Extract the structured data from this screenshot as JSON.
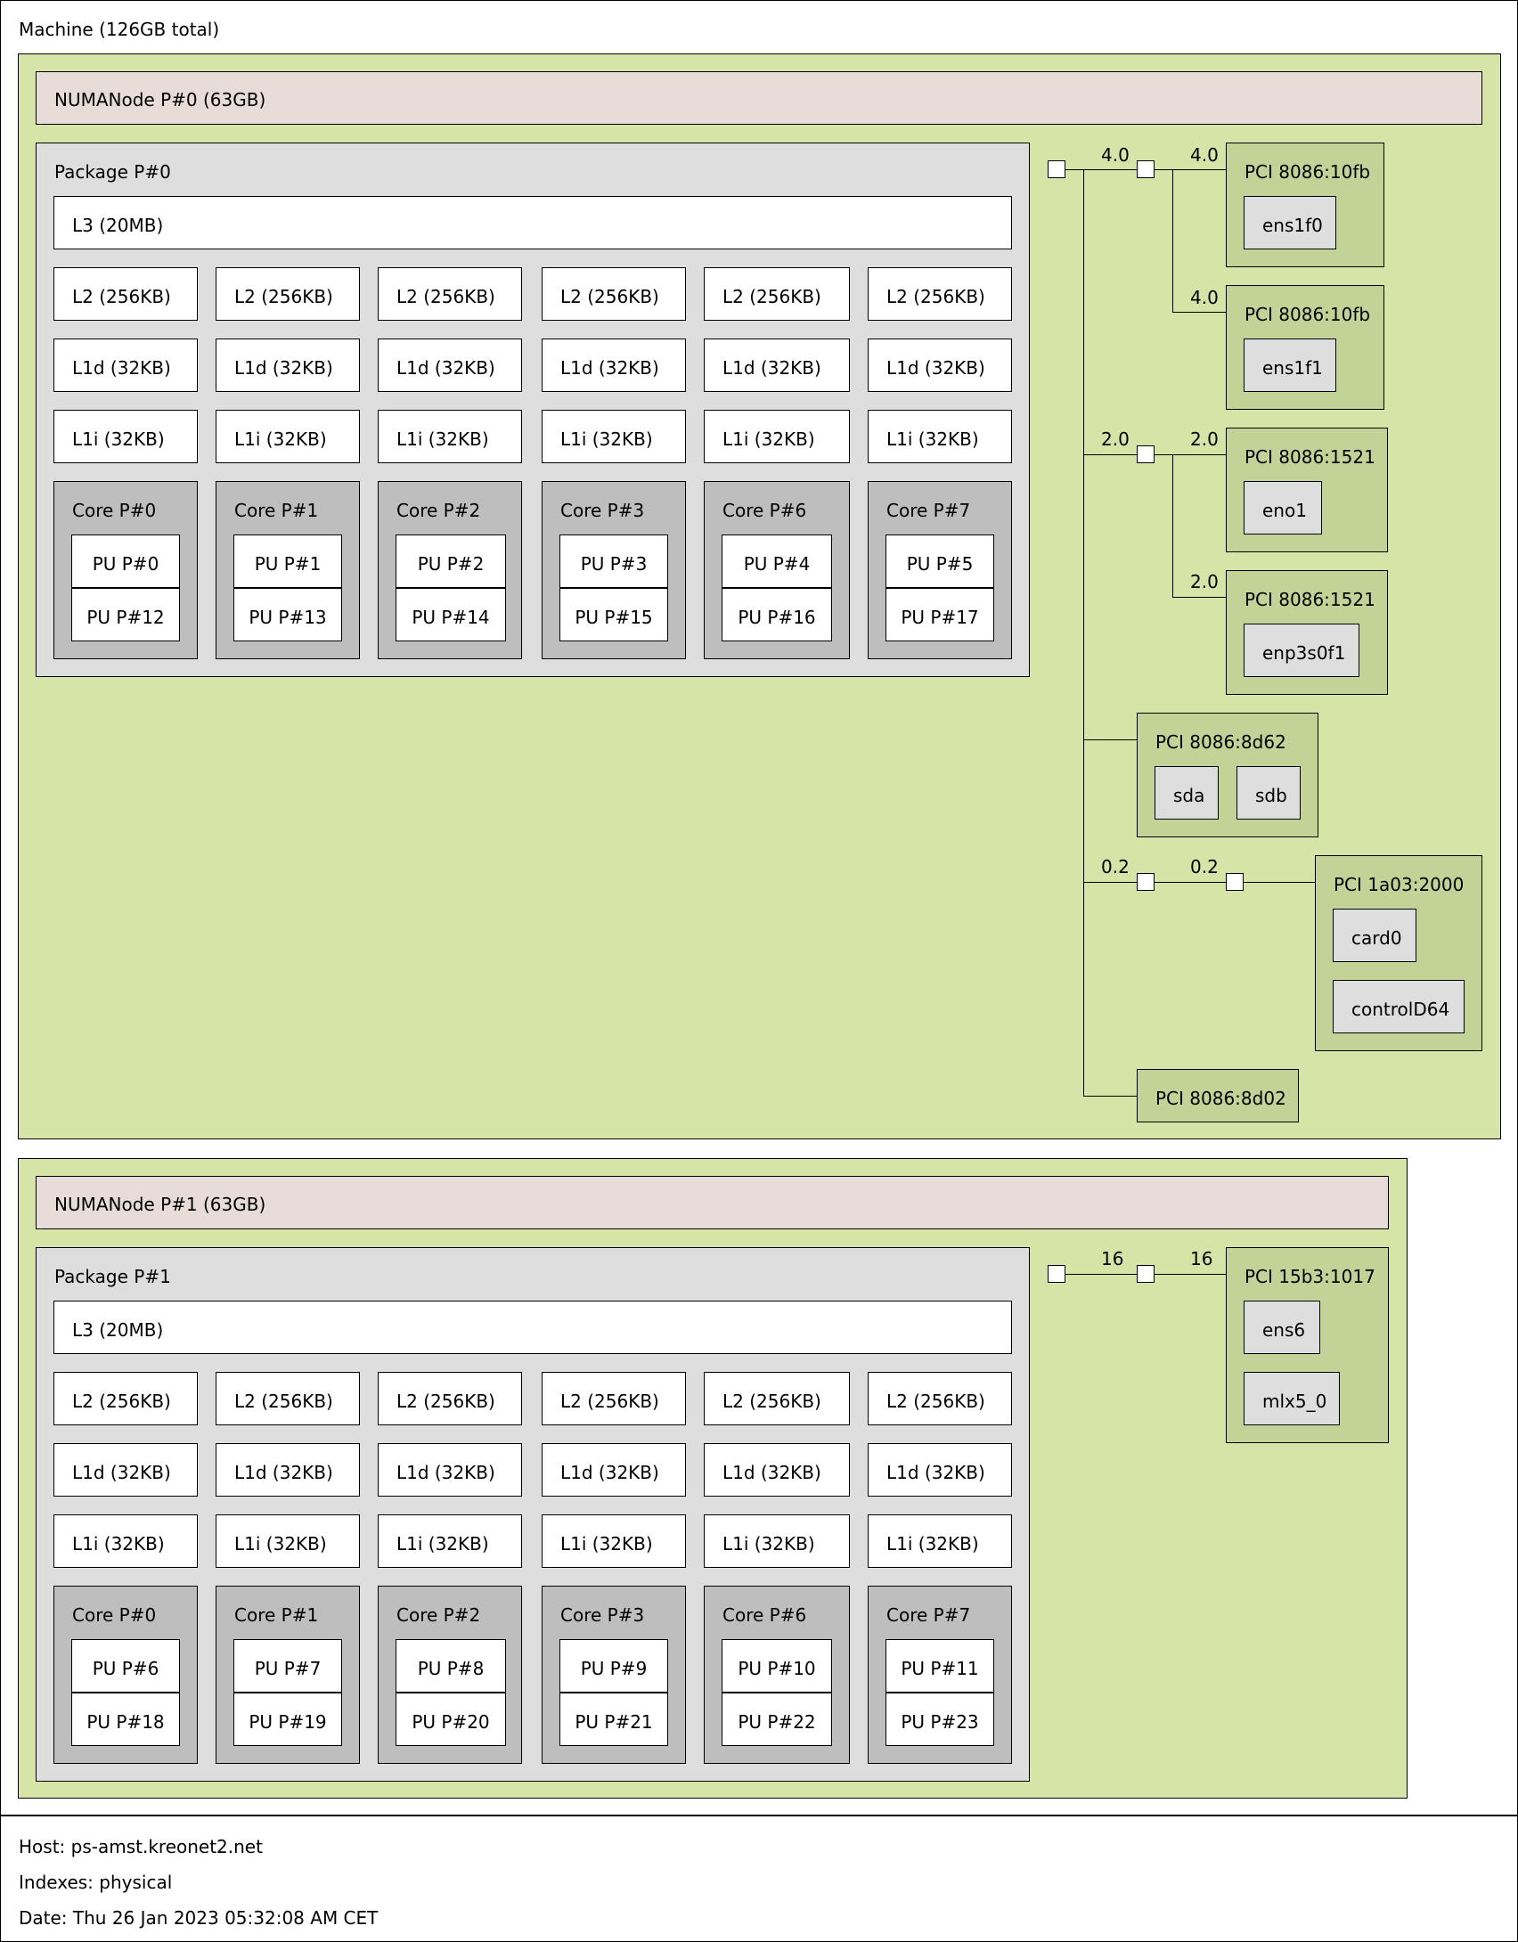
{
  "machine": {
    "title": "Machine (126GB total)"
  },
  "numa": [
    {
      "title": "NUMANode P#0 (63GB)",
      "package": {
        "title": "Package P#0",
        "l3": "L3 (20MB)",
        "l2": [
          "L2 (256KB)",
          "L2 (256KB)",
          "L2 (256KB)",
          "L2 (256KB)",
          "L2 (256KB)",
          "L2 (256KB)"
        ],
        "l1d": [
          "L1d (32KB)",
          "L1d (32KB)",
          "L1d (32KB)",
          "L1d (32KB)",
          "L1d (32KB)",
          "L1d (32KB)"
        ],
        "l1i": [
          "L1i (32KB)",
          "L1i (32KB)",
          "L1i (32KB)",
          "L1i (32KB)",
          "L1i (32KB)",
          "L1i (32KB)"
        ],
        "cores": [
          {
            "label": "Core P#0",
            "pus": [
              "PU P#0",
              "PU P#12"
            ]
          },
          {
            "label": "Core P#1",
            "pus": [
              "PU P#1",
              "PU P#13"
            ]
          },
          {
            "label": "Core P#2",
            "pus": [
              "PU P#2",
              "PU P#14"
            ]
          },
          {
            "label": "Core P#3",
            "pus": [
              "PU P#3",
              "PU P#15"
            ]
          },
          {
            "label": "Core P#6",
            "pus": [
              "PU P#4",
              "PU P#16"
            ]
          },
          {
            "label": "Core P#7",
            "pus": [
              "PU P#5",
              "PU P#17"
            ]
          }
        ]
      },
      "io": {
        "speeds": [
          "4.0",
          "4.0",
          "4.0",
          "2.0",
          "2.0",
          "2.0",
          "0.2",
          "0.2"
        ],
        "pci": [
          {
            "label": "PCI 8086:10fb",
            "devices": [
              "ens1f0"
            ]
          },
          {
            "label": "PCI 8086:10fb",
            "devices": [
              "ens1f1"
            ]
          },
          {
            "label": "PCI 8086:1521",
            "devices": [
              "eno1"
            ]
          },
          {
            "label": "PCI 8086:1521",
            "devices": [
              "enp3s0f1"
            ]
          },
          {
            "label": "PCI 8086:8d62",
            "devices": [
              "sda",
              "sdb"
            ]
          },
          {
            "label": "PCI 1a03:2000",
            "devices": [
              "card0",
              "controlD64"
            ]
          },
          {
            "label": "PCI 8086:8d02",
            "devices": []
          }
        ]
      }
    },
    {
      "title": "NUMANode P#1 (63GB)",
      "package": {
        "title": "Package P#1",
        "l3": "L3 (20MB)",
        "l2": [
          "L2 (256KB)",
          "L2 (256KB)",
          "L2 (256KB)",
          "L2 (256KB)",
          "L2 (256KB)",
          "L2 (256KB)"
        ],
        "l1d": [
          "L1d (32KB)",
          "L1d (32KB)",
          "L1d (32KB)",
          "L1d (32KB)",
          "L1d (32KB)",
          "L1d (32KB)"
        ],
        "l1i": [
          "L1i (32KB)",
          "L1i (32KB)",
          "L1i (32KB)",
          "L1i (32KB)",
          "L1i (32KB)",
          "L1i (32KB)"
        ],
        "cores": [
          {
            "label": "Core P#0",
            "pus": [
              "PU P#6",
              "PU P#18"
            ]
          },
          {
            "label": "Core P#1",
            "pus": [
              "PU P#7",
              "PU P#19"
            ]
          },
          {
            "label": "Core P#2",
            "pus": [
              "PU P#8",
              "PU P#20"
            ]
          },
          {
            "label": "Core P#3",
            "pus": [
              "PU P#9",
              "PU P#21"
            ]
          },
          {
            "label": "Core P#6",
            "pus": [
              "PU P#10",
              "PU P#22"
            ]
          },
          {
            "label": "Core P#7",
            "pus": [
              "PU P#11",
              "PU P#23"
            ]
          }
        ]
      },
      "io": {
        "speeds": [
          "16",
          "16"
        ],
        "pci": [
          {
            "label": "PCI 15b3:1017",
            "devices": [
              "ens6",
              "mlx5_0"
            ]
          }
        ]
      }
    }
  ],
  "footer": {
    "host": "Host: ps-amst.kreonet2.net",
    "indexes": "Indexes: physical",
    "date": "Date: Thu 26 Jan 2023 05:32:08 AM CET"
  },
  "colors": {
    "numa_background": "#d7e4a8",
    "memory": "#e8dcd9",
    "package": "#dedede",
    "core": "#bebebe",
    "pci_device": "#c3d296",
    "os_device": "#dedede"
  }
}
